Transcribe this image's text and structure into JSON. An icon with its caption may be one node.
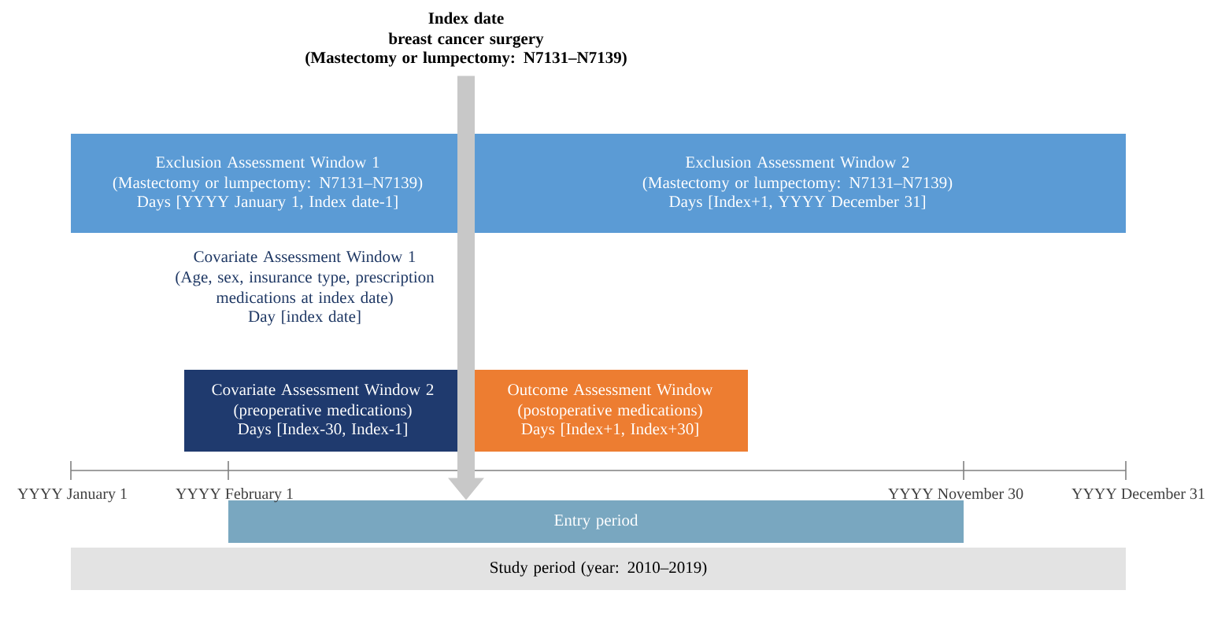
{
  "diagram": {
    "nodes": [
      {
        "text": [
          "Index date",
          "breast cancer surgery",
          "(Mastectomy or lumpectomy: N7131–N7139)"
        ]
      },
      {
        "text": [
          "Exclusion Assessment Window 1",
          "(Mastectomy or lumpectomy: N7131–N7139)",
          "Days [YYYY January 1, Index date-1]"
        ]
      },
      {
        "text": [
          "Exclusion Assessment Window 2",
          "(Mastectomy or lumpectomy: N7131–N7139)",
          "Days [Index+1, YYYY December 31]"
        ]
      },
      {
        "text": [
          "Covariate Assessment Window 1",
          "(Age, sex, insurance type, prescription medications at index date)",
          "Day [index date]"
        ]
      },
      {
        "text": [
          "Covariate Assessment Window 2",
          "(preoperative medications)",
          "Days [Index-30, Index-1]"
        ]
      },
      {
        "text": [
          "Outcome Assessment Window",
          "(postoperative medications)",
          "Days [Index+1, Index+30]"
        ]
      },
      {
        "text": [
          "Entry period"
        ]
      },
      {
        "text": [
          "Study period (year: 2010–2019)"
        ]
      }
    ],
    "edges": [
      {
        "from": 0,
        "to": 6,
        "arrow": "to",
        "color": "#c8c8c8"
      }
    ],
    "labels": [
      "YYYY January 1",
      "YYYY February 1",
      "YYYY November 30",
      "YYYY December 31"
    ]
  }
}
